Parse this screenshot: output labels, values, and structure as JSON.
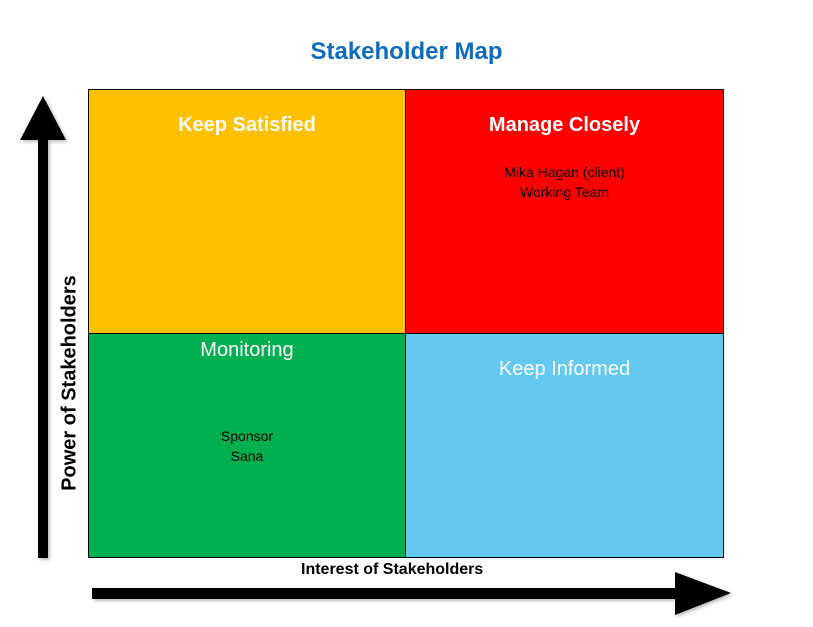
{
  "title": "Stakeholder Map",
  "axes": {
    "x_label": "Interest of Stakeholders",
    "y_label": "Power of Stakeholders"
  },
  "quadrants": {
    "top_left": {
      "heading": "Keep Satisfied",
      "items": []
    },
    "top_right": {
      "heading": "Manage Closely",
      "items": [
        "Mika Hagan (client)",
        "Working Team"
      ]
    },
    "bottom_left": {
      "heading": "Monitoring",
      "items": [
        "Sponsor",
        "Sana"
      ]
    },
    "bottom_right": {
      "heading": "Keep Informed",
      "items": []
    }
  },
  "colors": {
    "title": "#0f6cbd",
    "keep_satisfied": "#ffc000",
    "manage_closely": "#ff0000",
    "monitoring": "#00b050",
    "keep_informed": "#63c9f1"
  },
  "icons": [
    "up-arrow-icon",
    "right-arrow-icon"
  ]
}
